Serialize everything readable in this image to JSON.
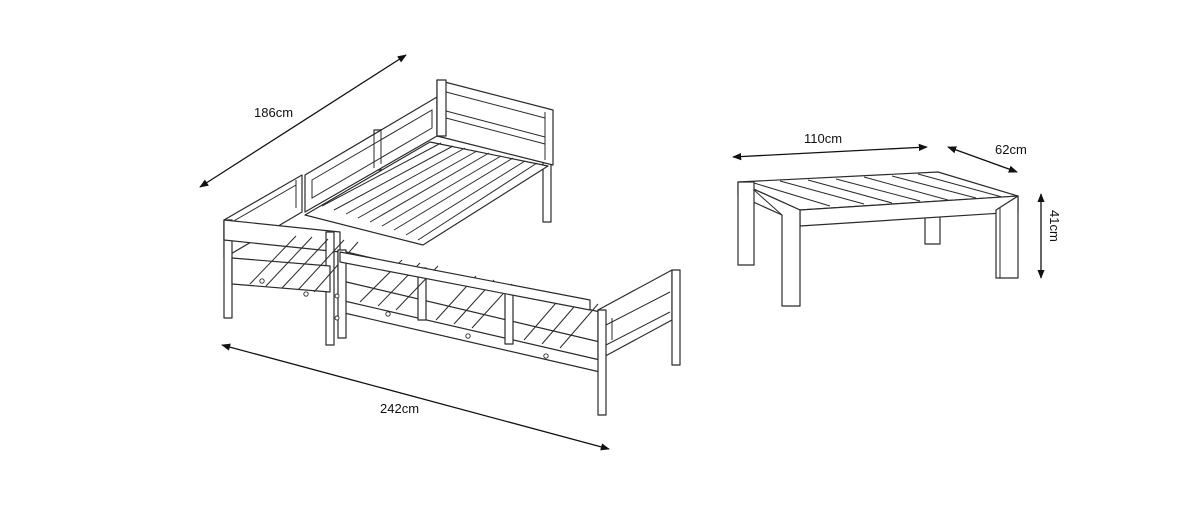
{
  "dimensions": {
    "sofa_depth": "186cm",
    "sofa_length": "242cm",
    "table_length": "110cm",
    "table_depth": "62cm",
    "table_height": "41cm"
  },
  "colors": {
    "line": "#2b2b2b",
    "background": "#ffffff"
  }
}
